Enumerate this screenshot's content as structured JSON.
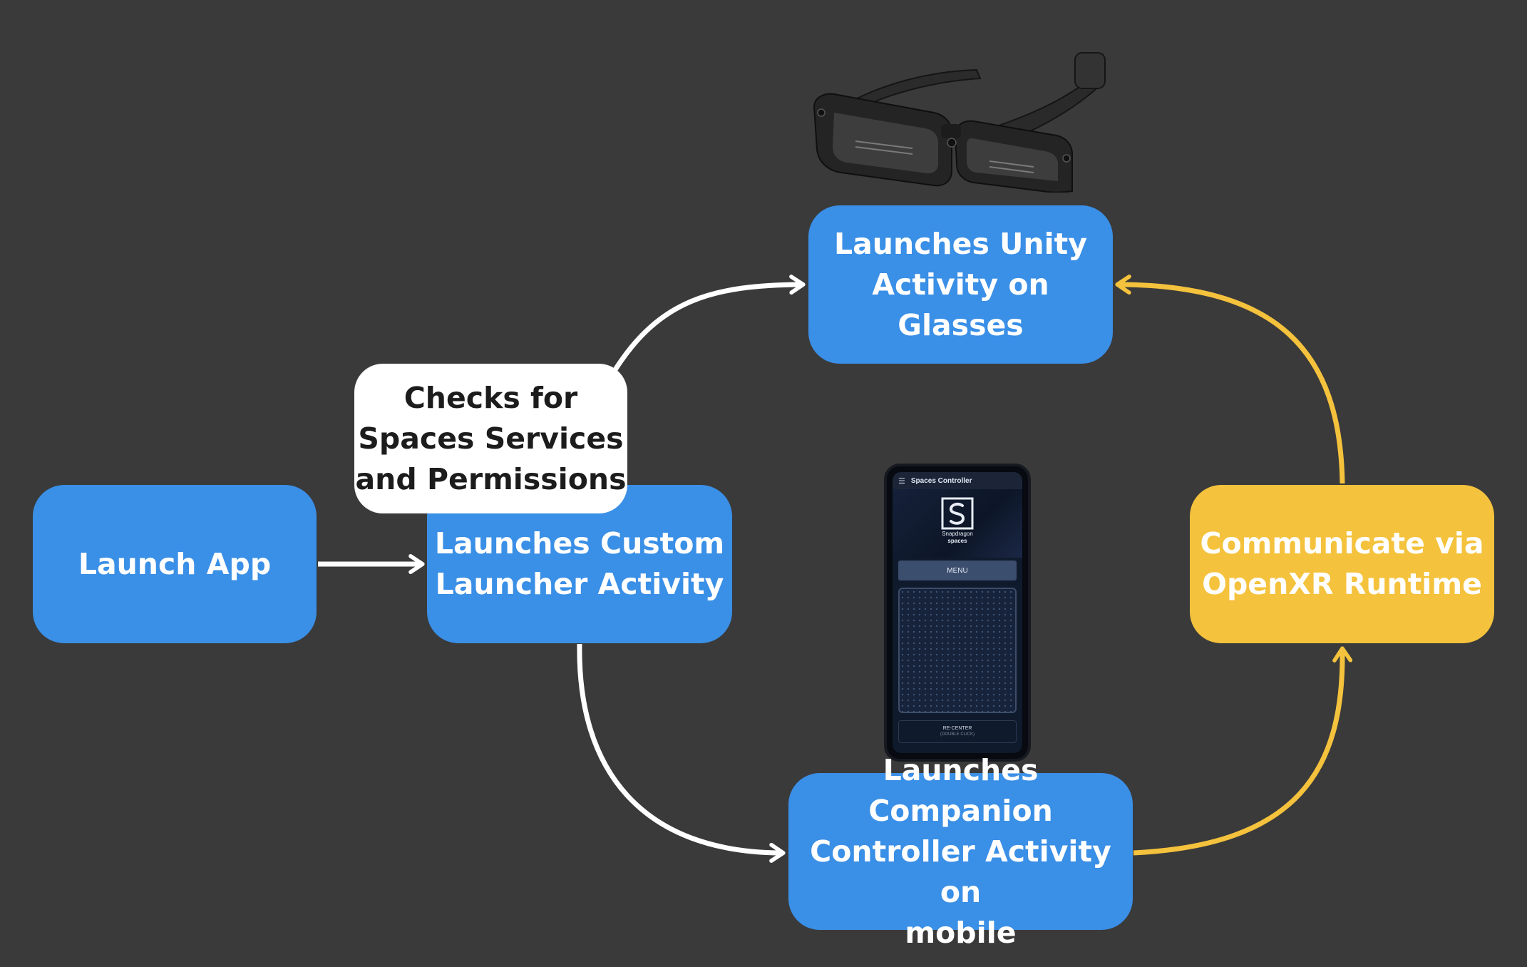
{
  "nodes": {
    "launch_app": {
      "lines": [
        "Launch App"
      ]
    },
    "custom_launcher": {
      "lines": [
        "Launches Custom",
        "Launcher Activity"
      ]
    },
    "checks": {
      "lines": [
        "Checks for",
        "Spaces Services",
        "and Permissions"
      ]
    },
    "unity_activity": {
      "lines": [
        "Launches Unity",
        "Activity on Glasses"
      ]
    },
    "companion": {
      "lines": [
        "Launches Companion",
        "Controller Activity on",
        "mobile"
      ]
    },
    "openxr": {
      "lines": [
        "Communicate via",
        "OpenXR Runtime"
      ]
    }
  },
  "phone": {
    "app_title": "Spaces Controller",
    "brand_line1": "Snapdragon",
    "brand_line2": "spaces",
    "menu_label": "MENU",
    "recenter_label": "RE-CENTER",
    "recenter_hint": "(DOUBLE CLICK)"
  },
  "colors": {
    "background": "#3a3a3a",
    "blue_node": "#3a8fe6",
    "yellow_node": "#f4c23c",
    "white_connector": "#ffffff",
    "yellow_connector": "#f4c23c"
  }
}
